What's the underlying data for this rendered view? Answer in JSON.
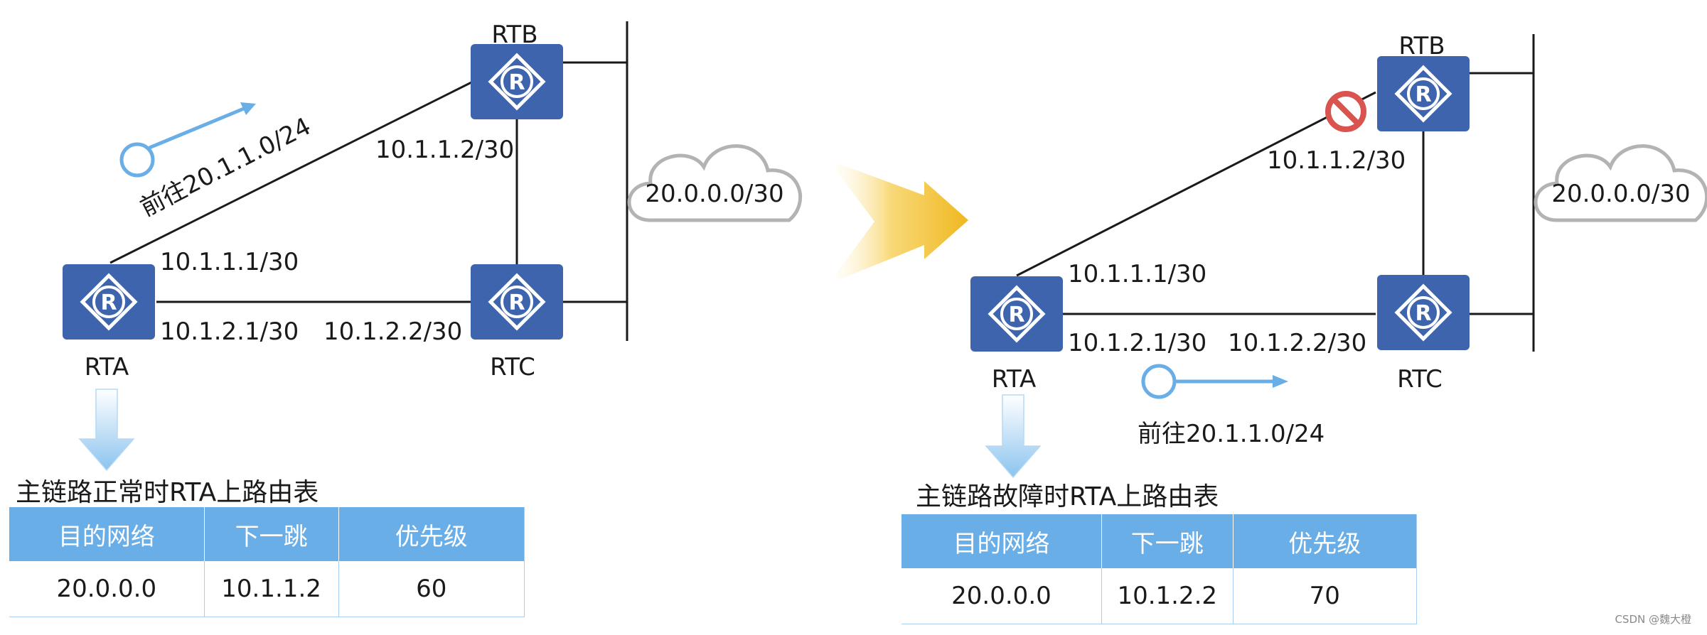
{
  "left": {
    "routers": {
      "rta": "RTA",
      "rtb": "RTB",
      "rtc": "RTC"
    },
    "ips": {
      "rtb_left": "10.1.1.2/30",
      "rta_top": "10.1.1.1/30",
      "rta_right": "10.1.2.1/30",
      "rtc_left": "10.1.2.2/30"
    },
    "cloud": "20.0.0.0/30",
    "path_label": "前往20.1.1.0/24",
    "caption": "主链路正常时RTA上路由表",
    "table": {
      "headers": [
        "目的网络",
        "下一跳",
        "优先级"
      ],
      "row": [
        "20.0.0.0",
        "10.1.1.2",
        "60"
      ]
    }
  },
  "right": {
    "routers": {
      "rta": "RTA",
      "rtb": "RTB",
      "rtc": "RTC"
    },
    "ips": {
      "rtb_left": "10.1.1.2/30",
      "rta_top": "10.1.1.1/30",
      "rta_right": "10.1.2.1/30",
      "rtc_left": "10.1.2.2/30"
    },
    "cloud": "20.0.0.0/30",
    "path_label": "前往20.1.1.0/24",
    "caption": "主链路故障时RTA上路由表",
    "table": {
      "headers": [
        "目的网络",
        "下一跳",
        "优先级"
      ],
      "row": [
        "20.0.0.0",
        "10.1.2.2",
        "70"
      ]
    }
  },
  "watermark": "CSDN @魏大橙",
  "colors": {
    "router": "#3d64ad",
    "table_header": "#6aaee8",
    "path_arrow": "#6aaee8",
    "fault_icon": "#d9534f",
    "transition_arrow": "#f0b820"
  }
}
